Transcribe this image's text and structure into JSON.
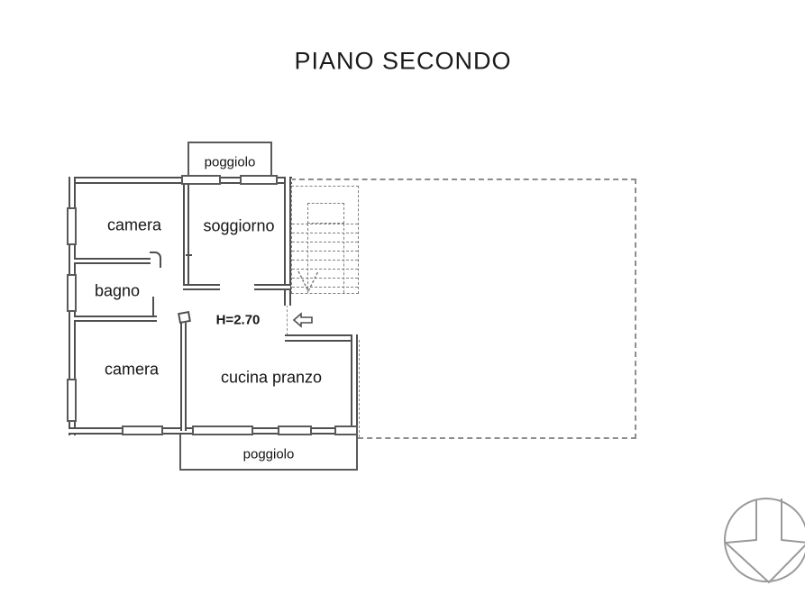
{
  "title": "PIANO SECONDO",
  "plan": {
    "rooms": {
      "camera_top": "camera",
      "soggiorno": "soggiorno",
      "bagno": "bagno",
      "camera_bottom": "camera",
      "cucina": "cucina pranzo"
    },
    "balconies": {
      "top": "poggiolo",
      "bottom": "poggiolo"
    },
    "annotations": {
      "ceiling_height": "H=2.70"
    },
    "icons": {
      "entry_arrow": "entry-direction-arrow",
      "stairs": "staircase",
      "logo": "north-arrow-circle"
    },
    "colors": {
      "wall": "#4f4f4f",
      "dashed": "#8d8d8d",
      "text": "#161616",
      "background": "#ffffff"
    }
  }
}
